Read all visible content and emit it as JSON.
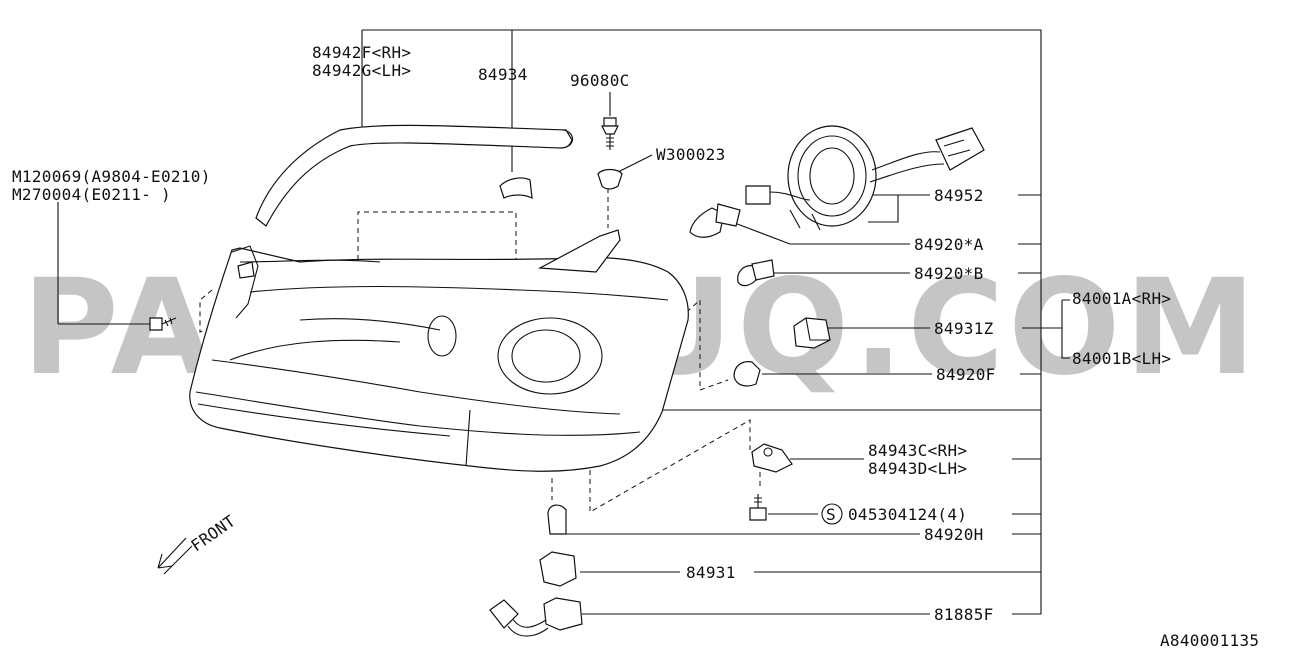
{
  "watermark": "PARTSOUQ.COM",
  "diagram_id": "A840001135",
  "labels": {
    "p84942": [
      "84942F<RH>",
      "84942G<LH>"
    ],
    "p84934": "84934",
    "p96080c": "96080C",
    "pw300023": "W300023",
    "pm120069": [
      "M120069(A9804-E0210)",
      "M270004(E0211-   )"
    ],
    "p84952": "84952",
    "p84920a": "84920*A",
    "p84920b": "84920*B",
    "p84001": [
      "84001A<RH>",
      "84001B<LH>"
    ],
    "p84931z": "84931Z",
    "p84920f": "84920F",
    "p84943": [
      "84943C<RH>",
      "84943D<LH>"
    ],
    "p045304124": "045304124(4)",
    "p84920h": "84920H",
    "p84931": "84931",
    "p81885f": "81885F",
    "front": "FRONT",
    "s_symbol": "S"
  }
}
